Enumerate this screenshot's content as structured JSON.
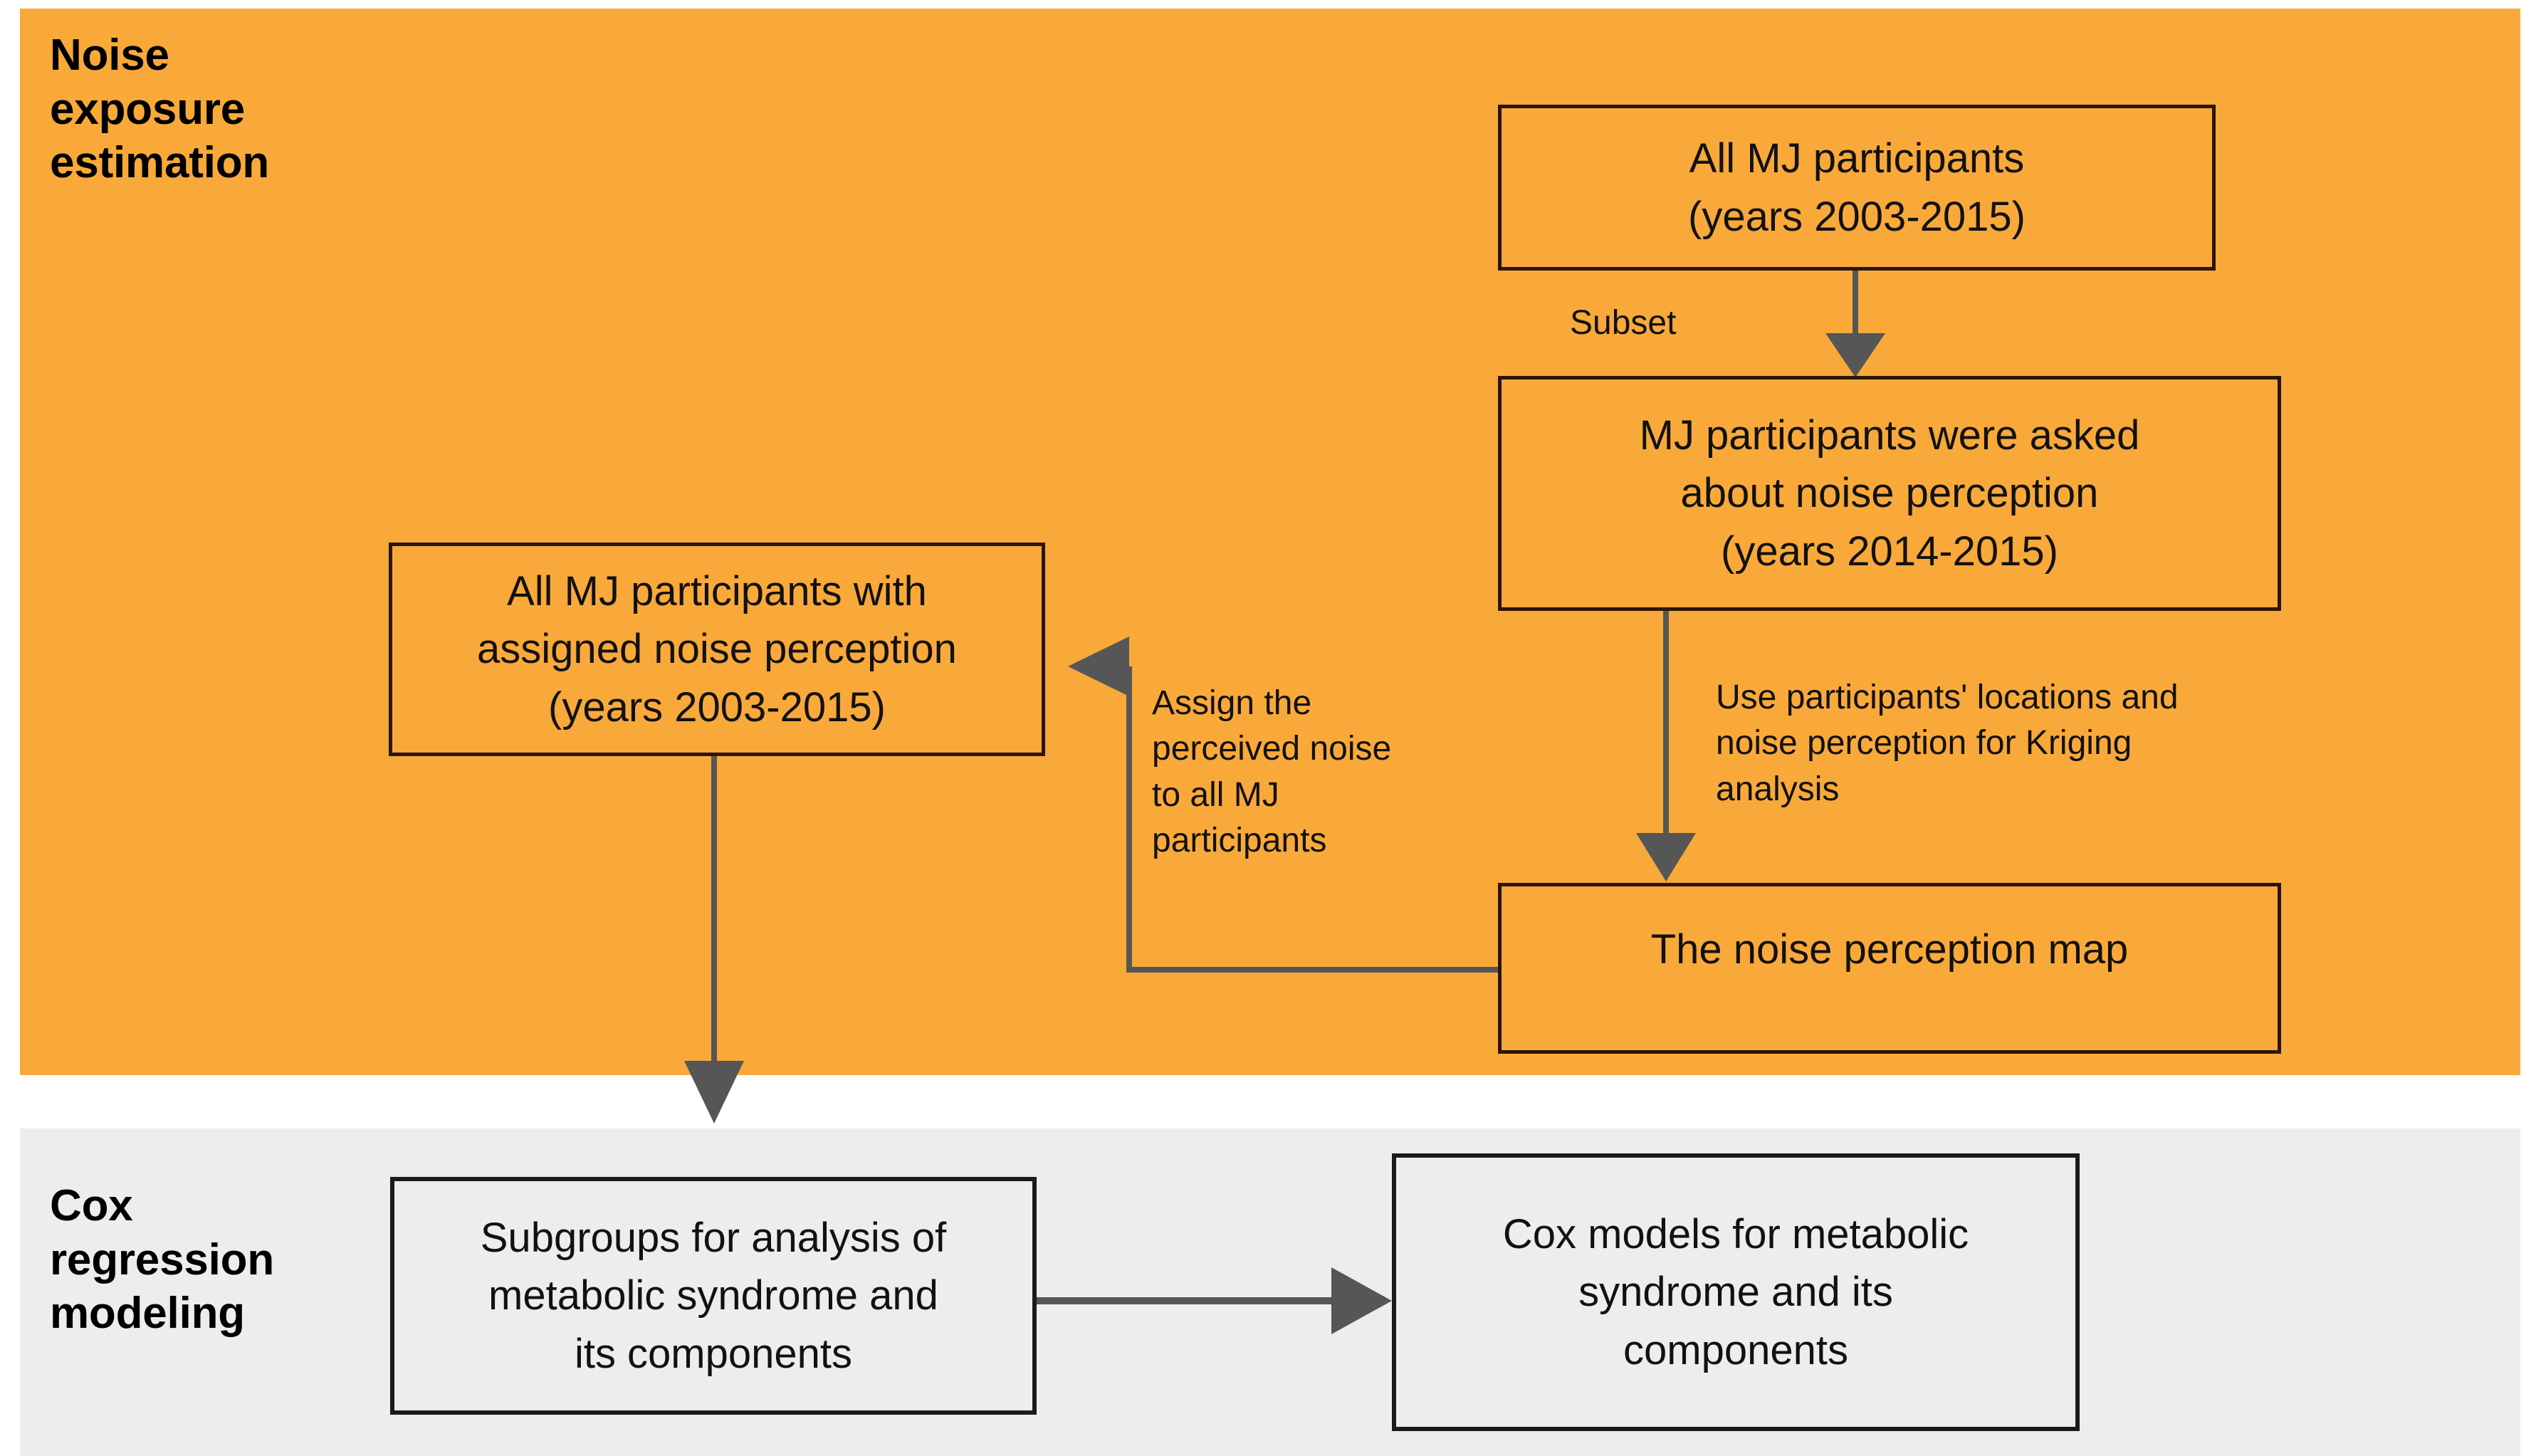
{
  "figure": {
    "type": "flowchart",
    "sections": [
      {
        "id": "noise-exposure-estimation",
        "title": "Noise\nexposure\nestimation",
        "background_color": "#F9A93A"
      },
      {
        "id": "cox-regression-modeling",
        "title": "Cox\nregression\nmodeling",
        "background_color": "#EDEDED"
      }
    ]
  },
  "nodes": {
    "all_mj": "All MJ participants\n(years 2003-2015)",
    "asked": "MJ participants were asked\nabout noise perception\n(years 2014-2015)",
    "assigned": "All MJ participants with\nassigned noise perception\n(years 2003-2015)",
    "map": "The noise perception map",
    "subgroups": "Subgroups for analysis of\nmetabolic syndrome and\nits components",
    "cox_models": "Cox models for metabolic\nsyndrome and its\ncomponents"
  },
  "edge_labels": {
    "subset": "Subset",
    "kriging": "Use participants' locations and\nnoise perception for Kriging\nanalysis",
    "assign": "Assign the\nperceived noise\nto all MJ\nparticipants"
  },
  "colors": {
    "panel_noise": "#F9A93A",
    "panel_cox": "#EDEDED",
    "node_border_orange": "#2B1505",
    "node_border_gray": "#1A1A1A",
    "connector": "#565656",
    "text": "#111111"
  }
}
